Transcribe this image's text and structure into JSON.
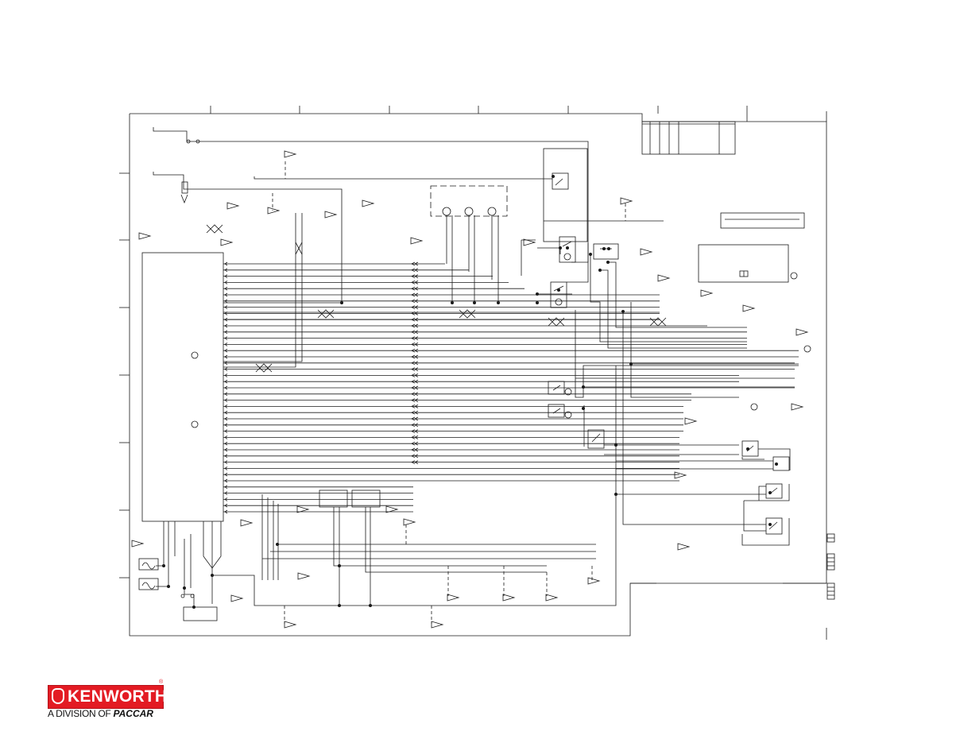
{
  "brand": {
    "name": "KENWORTH",
    "registered_mark": "®",
    "division_prefix": "A DIVISION OF",
    "parent": "PACCAR",
    "color": "#e31b23"
  },
  "diagram": {
    "stroke_color": "#1a1a1a"
  }
}
